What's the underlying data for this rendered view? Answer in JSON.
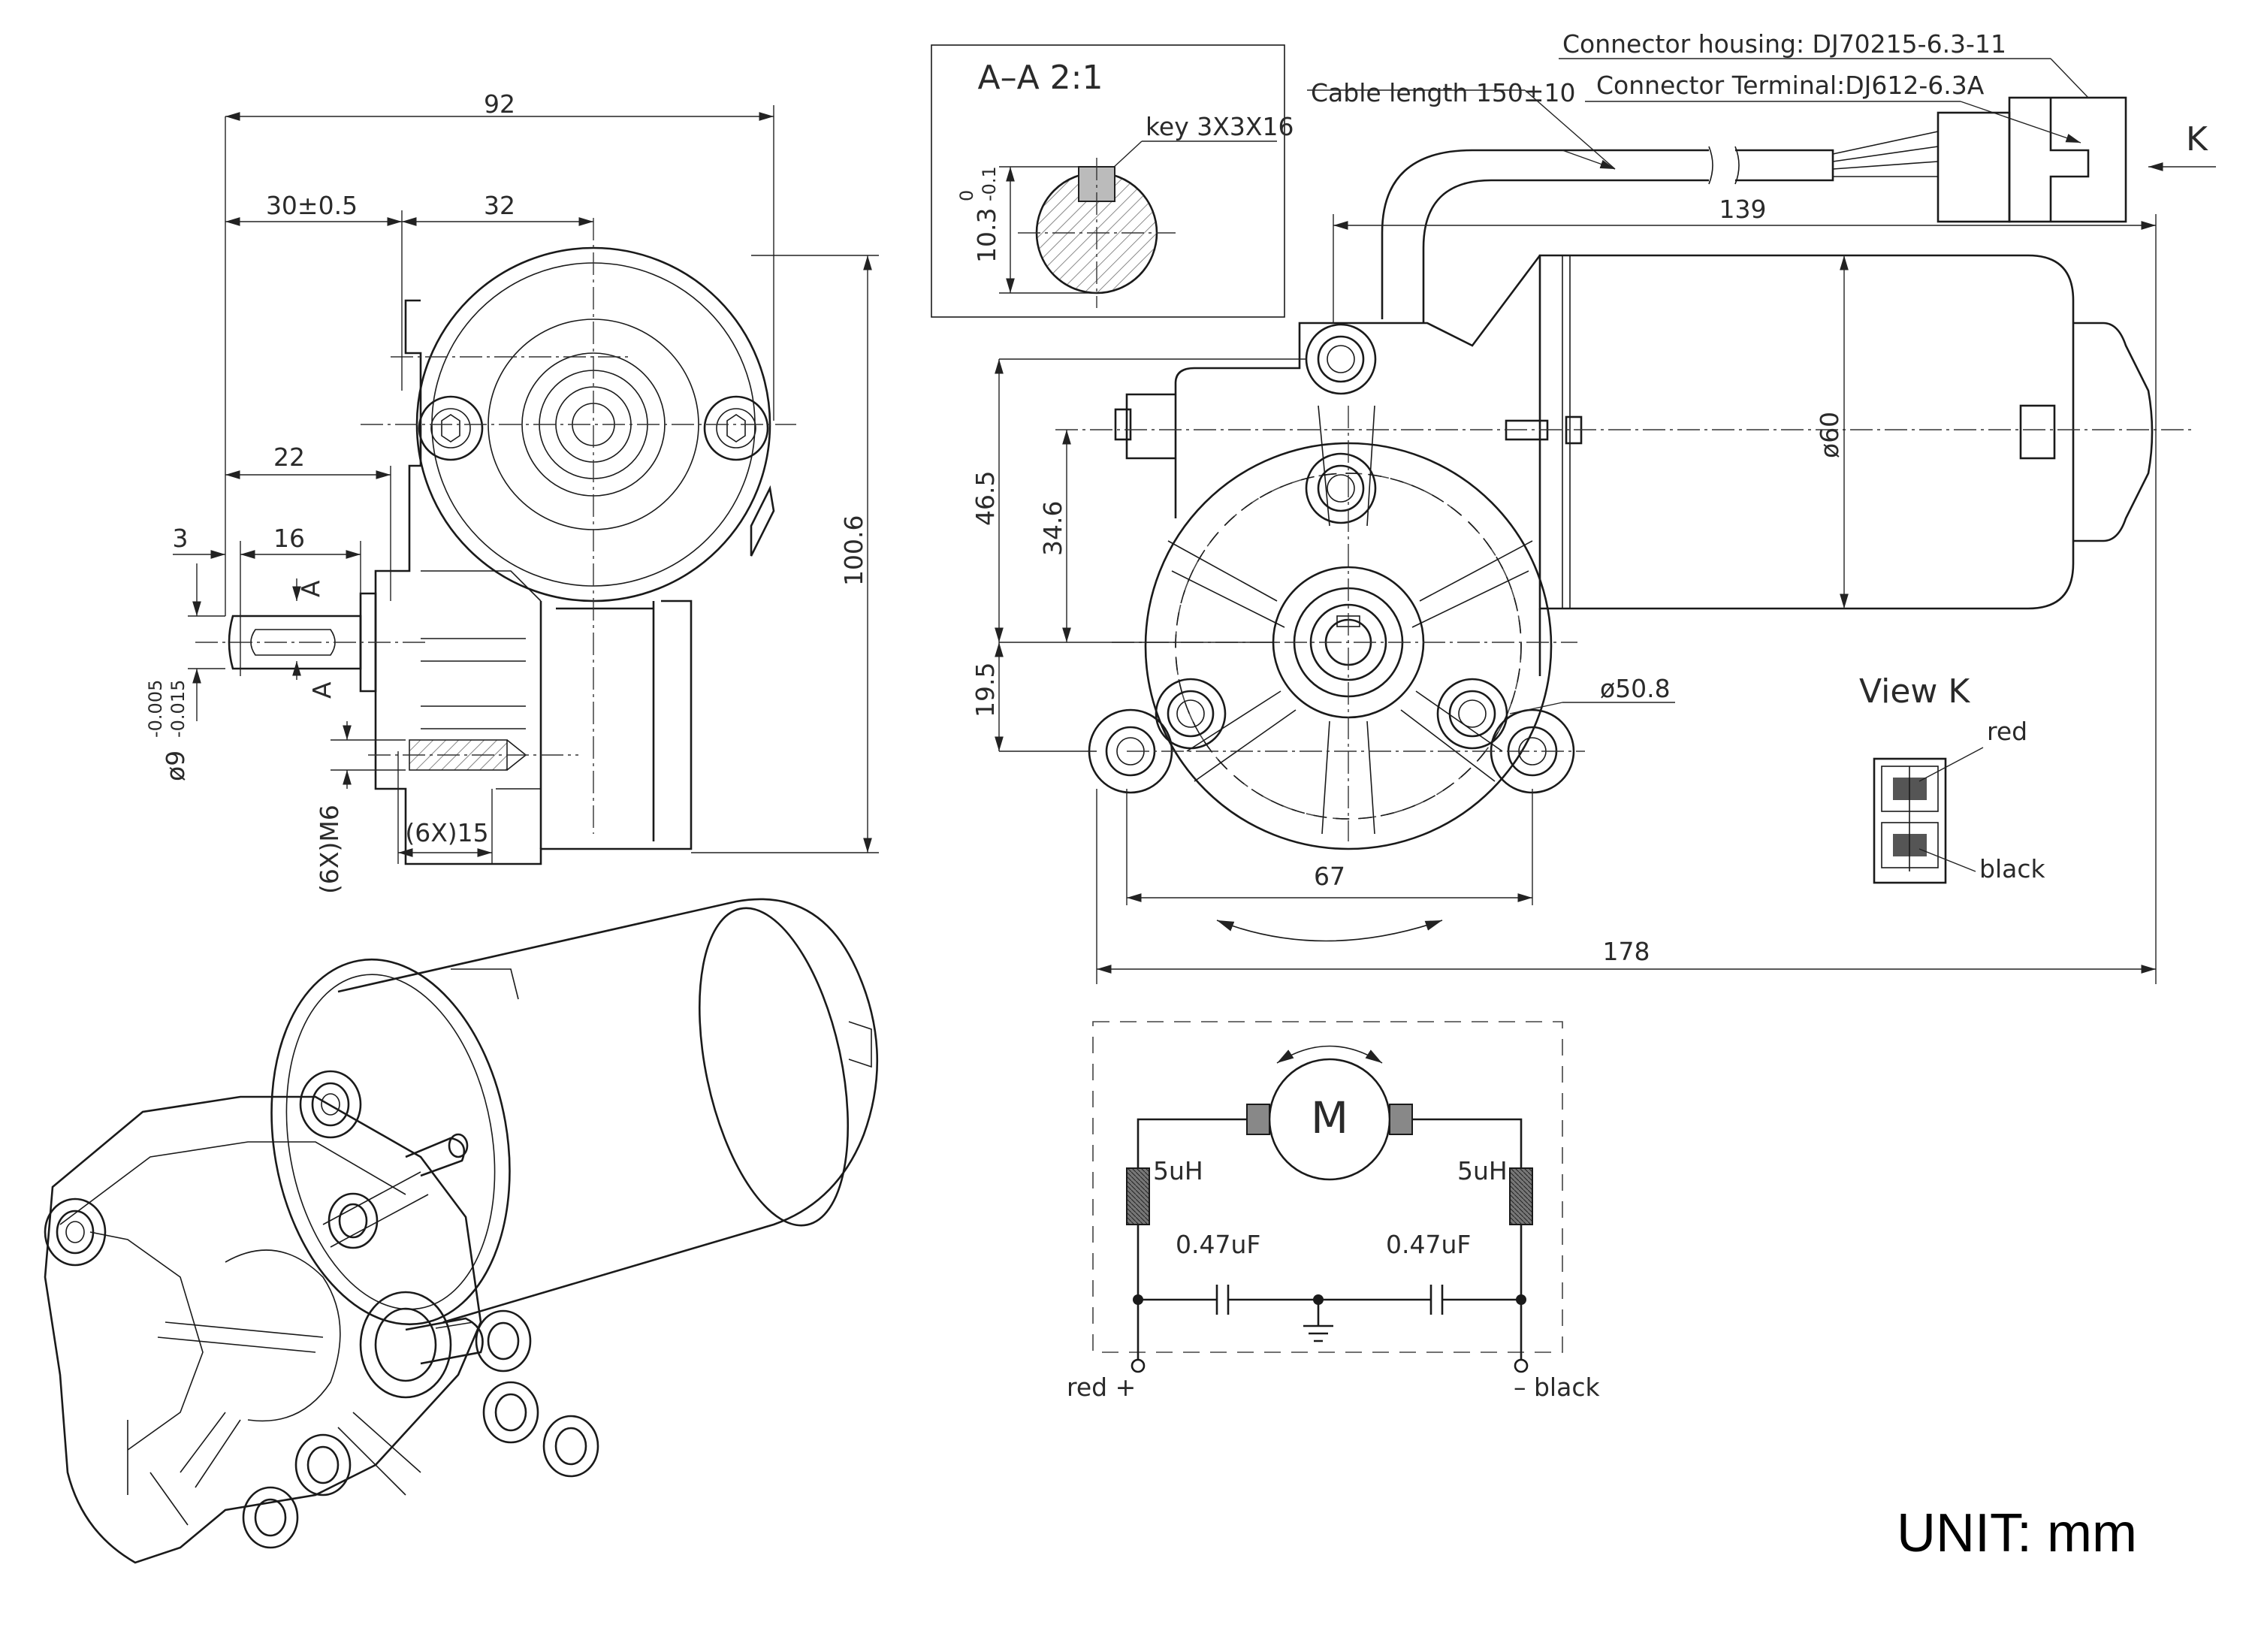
{
  "dimensions": {
    "d92": "92",
    "d30": "30±0.5",
    "d32": "32",
    "d22": "22",
    "d3": "3",
    "d16": "16",
    "section_a_top": "A",
    "section_a_bottom": "A",
    "shaft_dia_base": "ø9",
    "shaft_tol_upper": "-0.005",
    "shaft_tol_lower": "-0.015",
    "thread": "(6X)M6",
    "depth": "(6X)15",
    "d100_6": "100.6",
    "d139": "139",
    "d46_5": "46.5",
    "d34_6": "34.6",
    "d19_5": "19.5",
    "d50_8": "ø50.8",
    "d67": "67",
    "d178": "178",
    "d60": "ø60"
  },
  "section_view": {
    "title": "A–A 2:1",
    "key_label": "key 3X3X16",
    "dim_base": "10.3",
    "dim_tol_upper": "0",
    "dim_tol_lower": "-0.1"
  },
  "cable": {
    "length": "Cable length 150±10",
    "connector_housing": "Connector housing: DJ70215-6.3-11",
    "connector_terminal": "Connector Terminal:DJ612-6.3A",
    "view_arrow": "K"
  },
  "view_k": {
    "title": "View K",
    "red": "red",
    "black": "black"
  },
  "circuit": {
    "motor": "M",
    "inductor_left": "5uH",
    "inductor_right": "5uH",
    "cap_left": "0.47uF",
    "cap_right": "0.47uF",
    "terminal_left": "red +",
    "terminal_right": "– black"
  },
  "unit": "UNIT: mm"
}
